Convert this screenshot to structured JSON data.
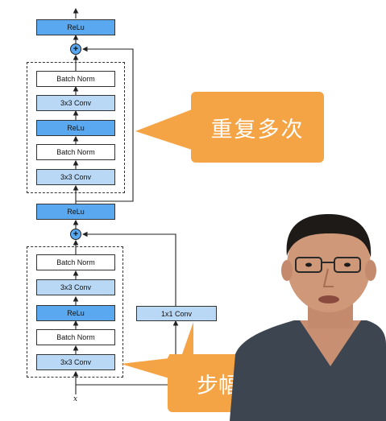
{
  "diagram": {
    "top_block": {
      "relu_out": "ReLu",
      "layers": [
        "Batch Norm",
        "3x3 Conv",
        "ReLu",
        "Batch Norm",
        "3x3 Conv"
      ]
    },
    "relu_mid": "ReLu",
    "bottom_block": {
      "layers": [
        "Batch Norm",
        "3x3 Conv",
        "ReLu",
        "Batch Norm",
        "3x3 Conv"
      ],
      "shortcut": "1x1 Conv"
    },
    "plus_symbol": "+",
    "input_label": "x",
    "callout_repeat": "重复多次",
    "callout_stride": "步幅"
  },
  "colors": {
    "relu": "#5aa9f0",
    "conv": "#b8d8f5",
    "callout": "#f5a445"
  }
}
